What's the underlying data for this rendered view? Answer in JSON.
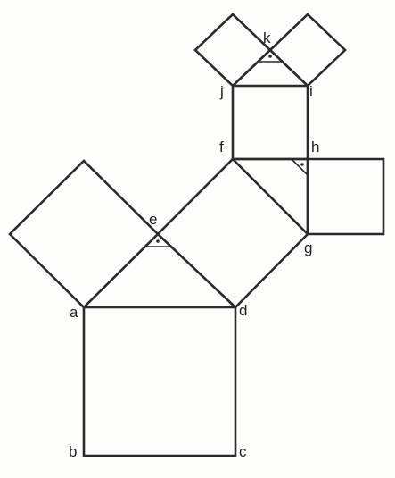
{
  "points": {
    "a": "a",
    "b": "b",
    "c": "c",
    "d": "d",
    "e": "e",
    "f": "f",
    "g": "g",
    "h": "h",
    "i": "i",
    "j": "j",
    "k": "k"
  },
  "stroke_color": "#2b2b2b",
  "background_color": "#ffffff"
}
